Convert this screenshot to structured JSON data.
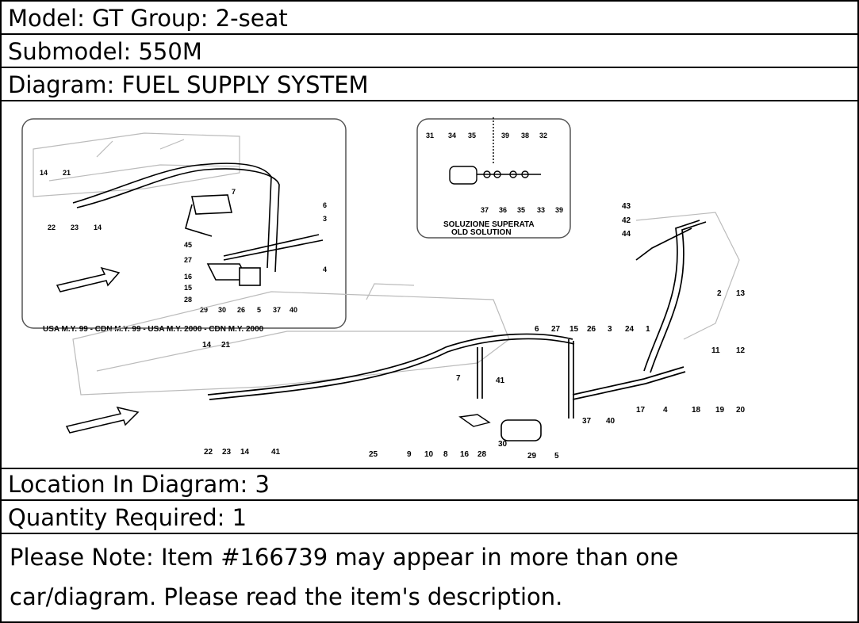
{
  "header": {
    "model": "Model: GT Group: 2-seat",
    "submodel": "Submodel: 550M",
    "diagram": "Diagram: FUEL SUPPLY SYSTEM"
  },
  "diagram": {
    "inset_left_caption": "USA M.Y. 99 - CDN M.Y. 99 - USA M.Y. 2000 - CDN M.Y. 2000",
    "inset_right_caption_1": "SOLUZIONE SUPERATA",
    "inset_right_caption_2": "OLD SOLUTION",
    "callouts": [
      "1",
      "2",
      "3",
      "4",
      "5",
      "6",
      "7",
      "8",
      "9",
      "10",
      "11",
      "12",
      "13",
      "14",
      "15",
      "16",
      "17",
      "18",
      "19",
      "20",
      "21",
      "22",
      "23",
      "24",
      "25",
      "26",
      "27",
      "28",
      "29",
      "30",
      "31",
      "32",
      "33",
      "34",
      "35",
      "36",
      "37",
      "38",
      "39",
      "40",
      "41",
      "42",
      "43",
      "44",
      "45"
    ]
  },
  "footer": {
    "location": "Location In Diagram: 3",
    "quantity": "Quantity Required: 1",
    "note_line1": "Please Note: Item #166739 may appear in more than one",
    "note_line2": "car/diagram. Please read the item's description."
  }
}
